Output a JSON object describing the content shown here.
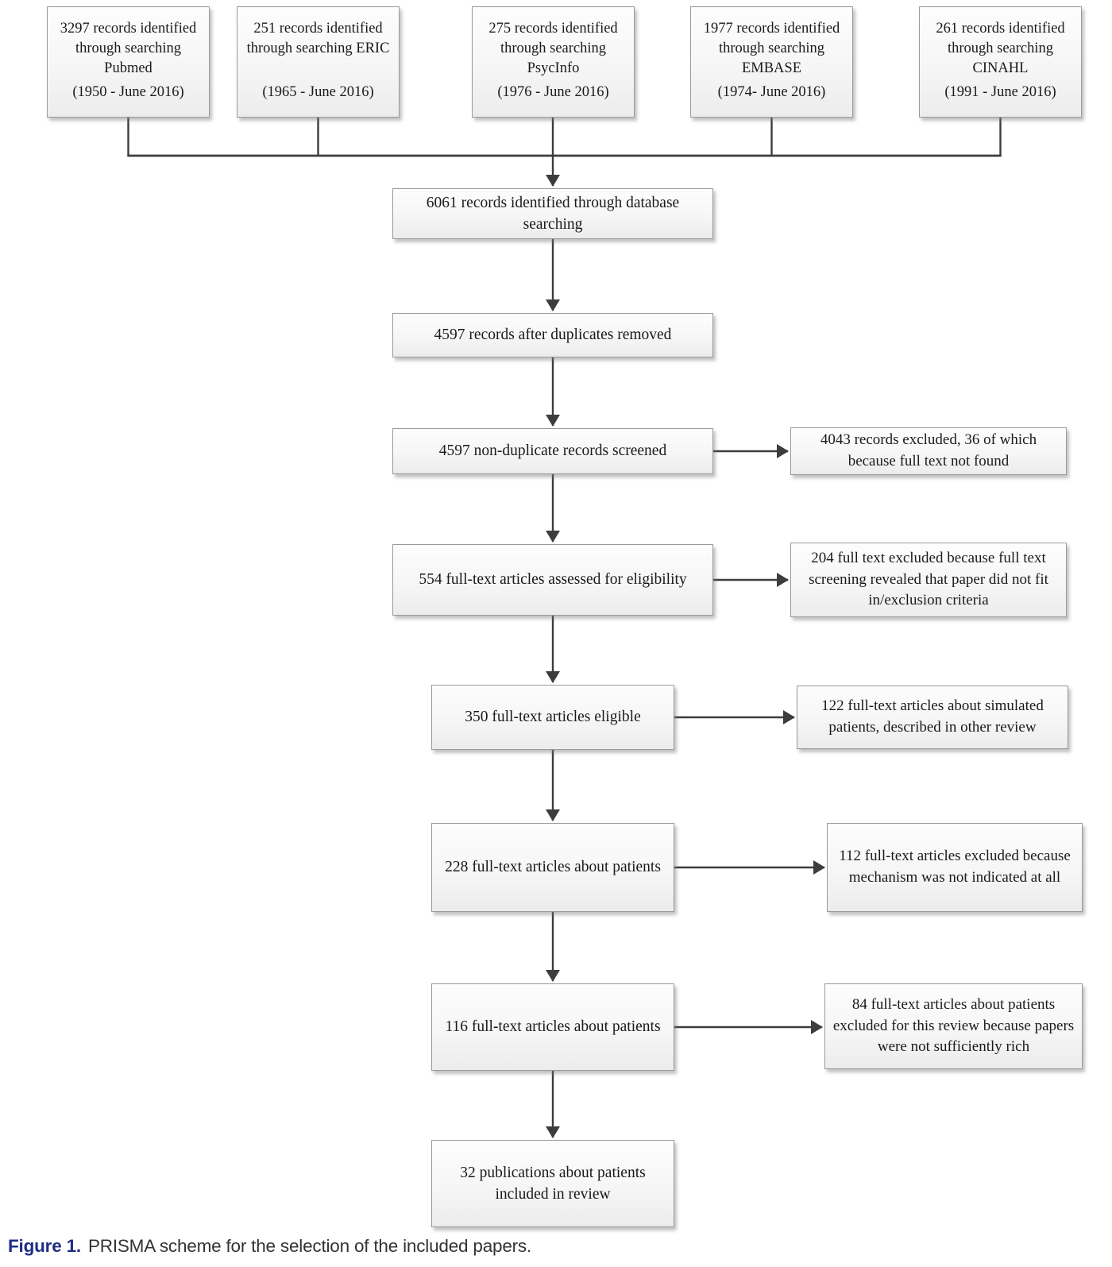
{
  "figure": {
    "caption_label": "Figure 1.",
    "caption_text": "PRISMA scheme for the selection of the included papers."
  },
  "sources": [
    {
      "text": "3297 records identified through searching Pubmed",
      "period": "(1950 - June 2016)"
    },
    {
      "text": "251 records identified through searching ERIC",
      "period": "(1965 - June 2016)"
    },
    {
      "text": "275 records identified through searching PsycInfo",
      "period": "(1976 - June 2016)"
    },
    {
      "text": "1977 records identified through searching EMBASE",
      "period": "(1974- June 2016)"
    },
    {
      "text": "261 records identified through searching CINAHL",
      "period": "(1991 - June 2016)"
    }
  ],
  "flow": {
    "identified": "6061 records identified through database searching",
    "deduplicated": "4597 records after duplicates removed",
    "screened": "4597 non-duplicate records screened",
    "assessed": "554 full-text articles assessed for eligibility",
    "eligible": "350 full-text articles eligible",
    "about_patients_228": "228 full-text articles about patients",
    "about_patients_116": "116 full-text articles about patients",
    "included": "32 publications about patients included in review"
  },
  "exclusions": {
    "not_found": "4043 records excluded, 36 of which because full text not found",
    "criteria": "204 full text excluded because full text screening revealed that paper did not fit in/exclusion criteria",
    "simulated": "122 full-text articles about simulated patients, described in other review",
    "mechanism": "112 full-text articles excluded because mechanism was not indicated at all",
    "not_rich": "84 full-text articles about patients excluded for this review because papers were not sufficiently rich"
  },
  "colors": {
    "caption_label": "#1e2d83",
    "caption_text": "#333333",
    "box_border": "#9a9a9a",
    "box_fill_top": "#fdfdfd",
    "box_fill_bottom": "#ececec",
    "connector": "#3d3d3d",
    "text": "#1a1a1a"
  }
}
